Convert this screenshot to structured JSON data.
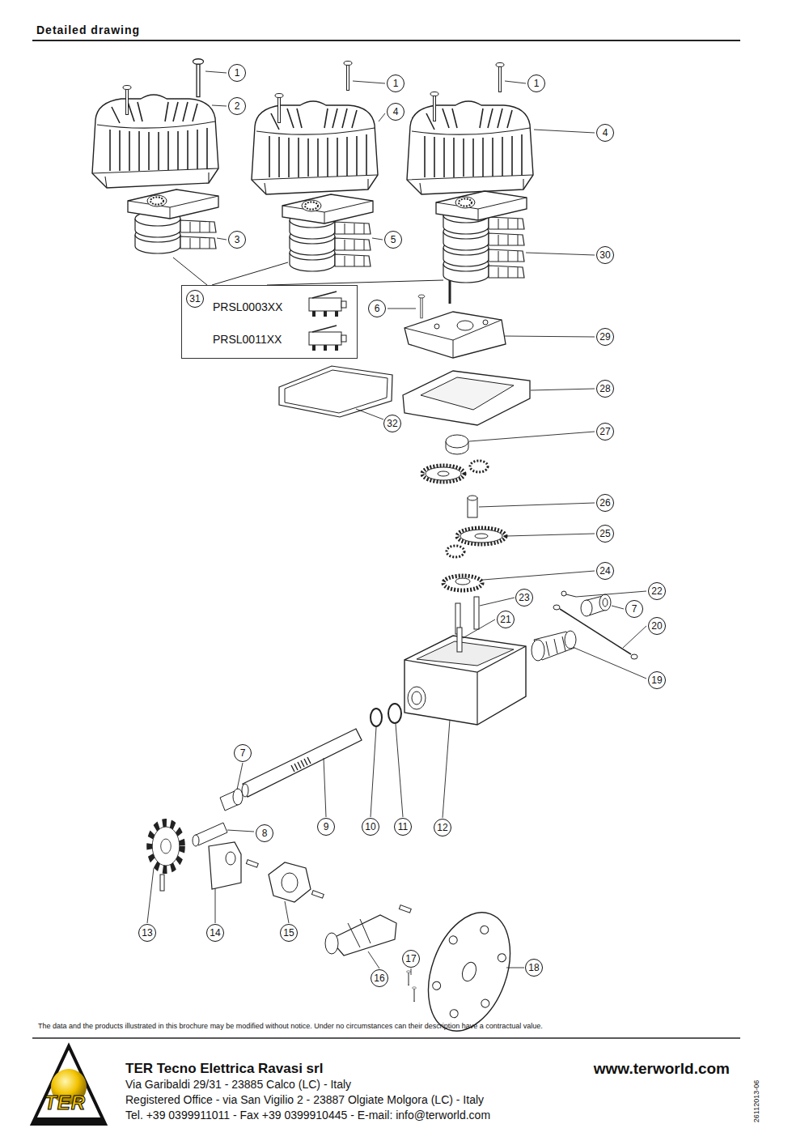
{
  "diagram": {
    "title": "Detailed drawing",
    "nodes": [
      {
        "text": [
          "PRSL0003XX",
          "PRSL0011XX"
        ]
      }
    ],
    "labels": [
      "1",
      "1",
      "1",
      "2",
      "4",
      "4",
      "3",
      "5",
      "30",
      "31",
      "6",
      "29",
      "28",
      "32",
      "27",
      "26",
      "25",
      "24",
      "22",
      "7",
      "23",
      "21",
      "20",
      "19",
      "7",
      "9",
      "10",
      "11",
      "12",
      "8",
      "13",
      "14",
      "15",
      "16",
      "17",
      "18",
      "TER",
      "The data and the products illustrated in this brochure may be modified without notice. Under no circumstances can their description have a contractual value.",
      "TER Tecno Elettrica Ravasi srl",
      "Via Garibaldi 29/31 - 23885 Calco (LC) - Italy",
      "Registered Office - via San Vigilio 2 - 23887 Olgiate Molgora (LC) - Italy",
      "Tel. +39 0399911011 - Fax +39 0399910445 - E-mail: info@terworld.com",
      "www.terworld.com",
      "26112013-06"
    ]
  }
}
